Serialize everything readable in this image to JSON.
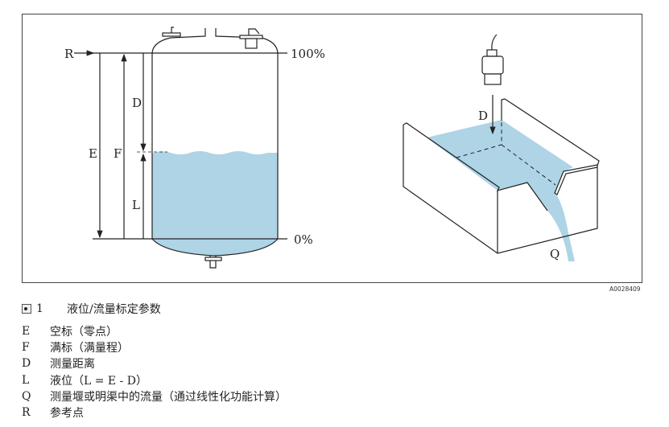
{
  "figure": {
    "id": "A0028409",
    "labels": {
      "R": "R",
      "D": "D",
      "E": "E",
      "F": "F",
      "L": "L",
      "full": "100%",
      "empty": "0%",
      "D2": "D",
      "Q": "Q"
    },
    "colors": {
      "water": "#aed4e6",
      "line": "#222222"
    }
  },
  "caption": {
    "number": "1",
    "title": "液位/流量标定参数"
  },
  "legend": [
    {
      "key": "E",
      "text": "空标（零点）"
    },
    {
      "key": "F",
      "text": "满标（满量程）"
    },
    {
      "key": "D",
      "text": "测量距离"
    },
    {
      "key": "L",
      "text": "液位（L = E - D）"
    },
    {
      "key": "Q",
      "text": "测量堰或明渠中的流量（通过线性化功能计算）"
    },
    {
      "key": "R",
      "text": "参考点"
    }
  ]
}
